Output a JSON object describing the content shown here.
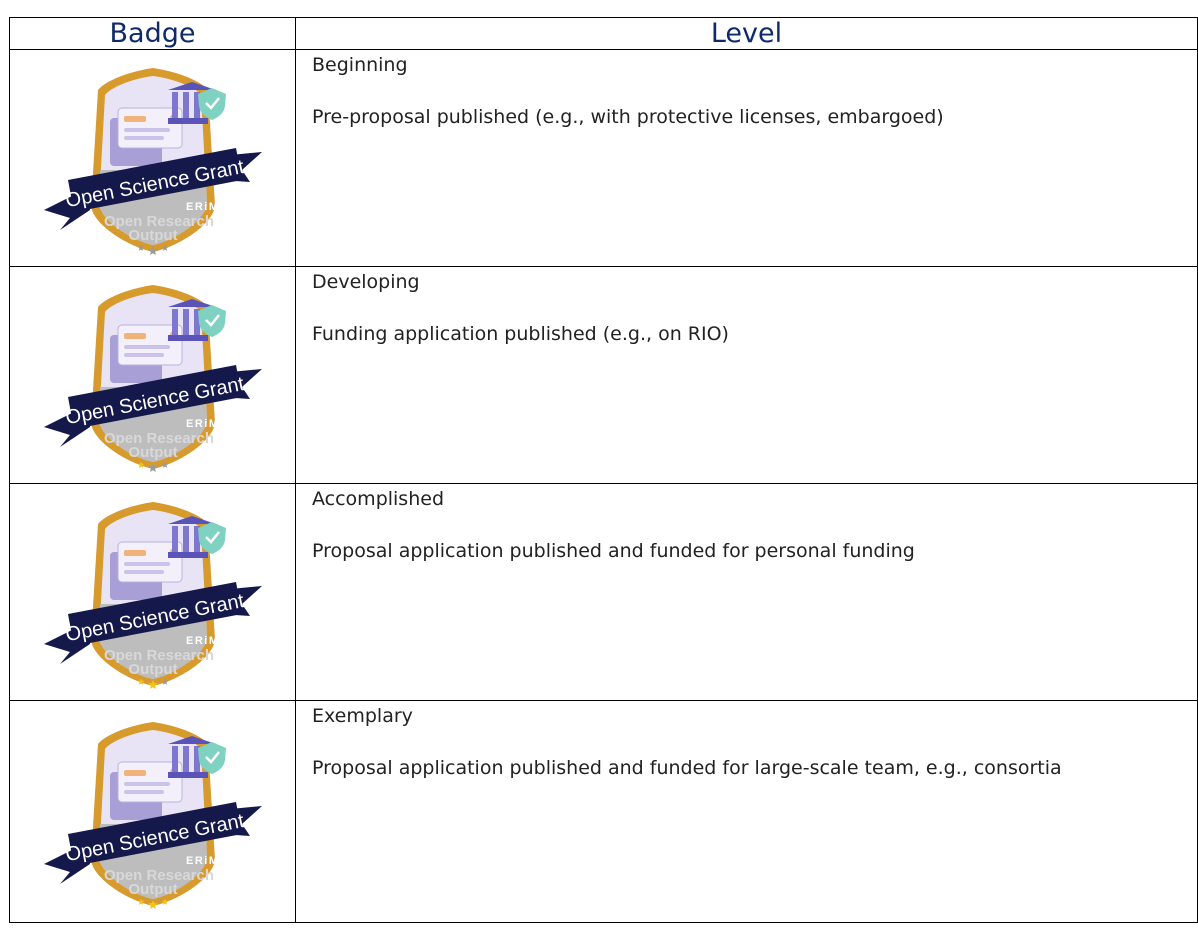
{
  "table": {
    "headers": {
      "badge": "Badge",
      "level": "Level"
    },
    "badge_text": {
      "ribbon": "Open Science Grant",
      "brand": "ERiM",
      "sub1": "Open Research",
      "sub2": "Output"
    },
    "colors": {
      "header_text": "#0f2a6b",
      "ring": "#d79a2c",
      "ribbon": "#14184a",
      "star_on": "#f2c418",
      "star_off": "#9a9a9a"
    },
    "rows": [
      {
        "level": "Beginning",
        "description": "Pre-proposal published (e.g., with protective licenses, embargoed)",
        "stars_filled": 0
      },
      {
        "level": "Developing",
        "description": "Funding application published (e.g., on RIO)",
        "stars_filled": 1
      },
      {
        "level": "Accomplished",
        "description": "Proposal application published and funded for personal funding",
        "stars_filled": 2
      },
      {
        "level": "Exemplary",
        "description": "Proposal application published and funded for large-scale team, e.g., consortia",
        "stars_filled": 3
      }
    ]
  }
}
